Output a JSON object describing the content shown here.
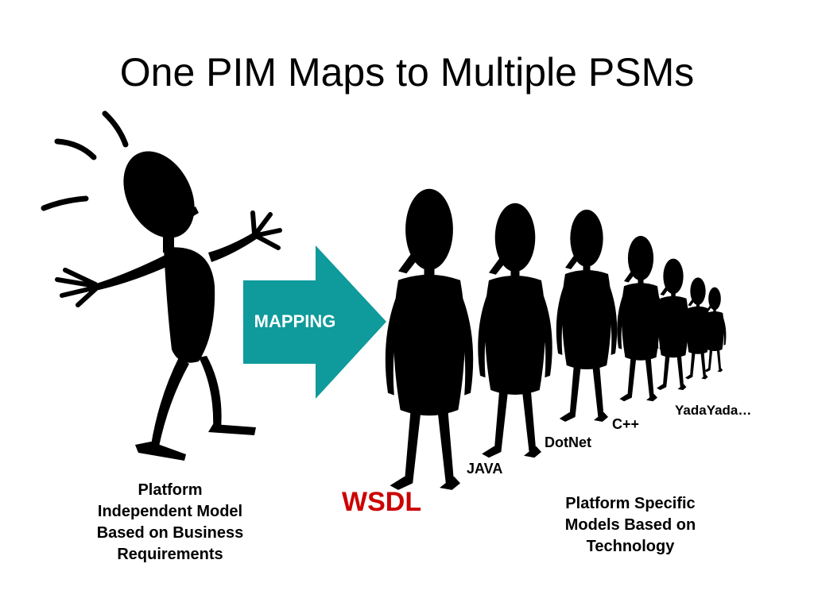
{
  "slide": {
    "title": "One PIM Maps to Multiple PSMs"
  },
  "mapping_arrow": {
    "label": "MAPPING",
    "color": "#0f9a9b"
  },
  "platform_labels": {
    "wsdl": "WSDL",
    "java": "JAVA",
    "dotnet": "DotNet",
    "cpp": "C++",
    "yadayada": "YadaYada…"
  },
  "accent_color": "#cc0000",
  "pim_caption": {
    "line1": "Platform",
    "line2": "Independent Model",
    "line3": "Based on Business",
    "line4": "Requirements"
  },
  "psm_caption": {
    "line1": "Platform Specific",
    "line2": "Models Based on",
    "line3": "Technology"
  },
  "icons": [
    "shouting-stick-figure",
    "standing-stick-figure",
    "mapping-arrow"
  ]
}
